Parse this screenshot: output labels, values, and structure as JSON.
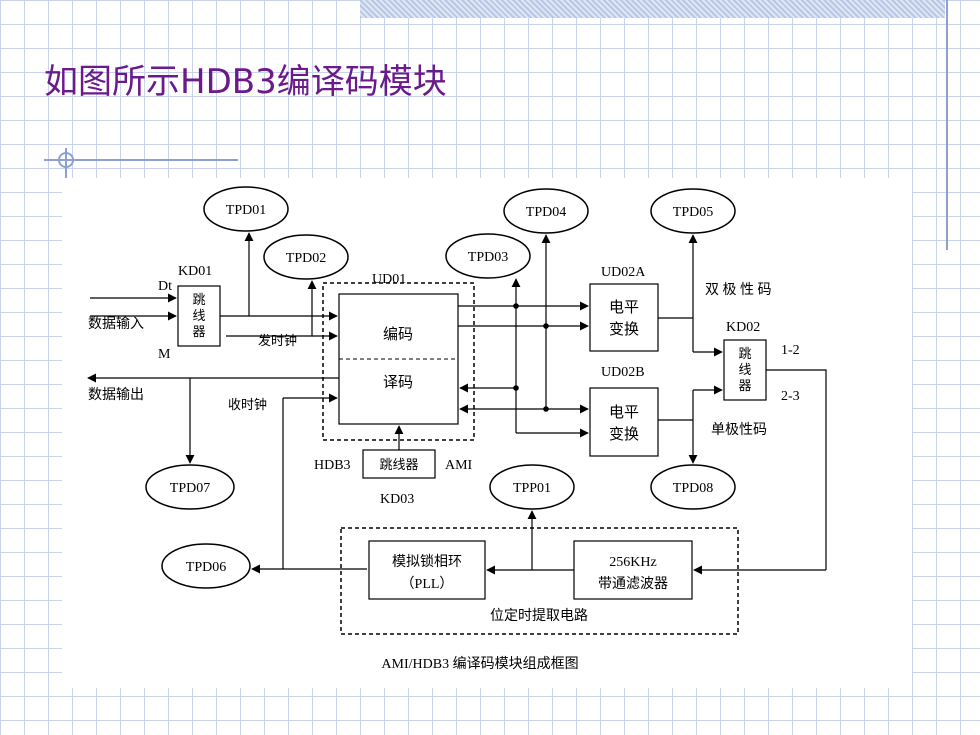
{
  "title": "如图所示HDB3编译码模块",
  "caption": "AMI/HDB3 编译码模块组成框图",
  "test_points": {
    "tpd01": "TPD01",
    "tpd02": "TPD02",
    "tpd03": "TPD03",
    "tpd04": "TPD04",
    "tpd05": "TPD05",
    "tpd06": "TPD06",
    "tpd07": "TPD07",
    "tpd08": "TPD08",
    "tpp01": "TPP01"
  },
  "labels": {
    "kd01": "KD01",
    "dt": "Dt",
    "m": "M",
    "jumper_1": "跳",
    "jumper_2": "线",
    "jumper_3": "器",
    "data_in": "数据输入",
    "data_out": "数据输出",
    "tx_clock": "发时钟",
    "rx_clock": "收时钟",
    "ud01": "UD01",
    "encode": "编码",
    "decode": "译码",
    "hdb3": "HDB3",
    "jumper_full": "跳线器",
    "ami": "AMI",
    "kd03": "KD03",
    "ud02a": "UD02A",
    "ud02b": "UD02B",
    "level_1": "电平",
    "level_2": "变换",
    "bipolar": "双 极 性 码",
    "unipolar": "单极性码",
    "kd02": "KD02",
    "pos_12": "1-2",
    "pos_23": "2-3",
    "pll_1": "模拟锁相环",
    "pll_2": "（PLL）",
    "bpf_1": "256KHz",
    "bpf_2": "带通滤波器",
    "timing": "位定时提取电路"
  }
}
